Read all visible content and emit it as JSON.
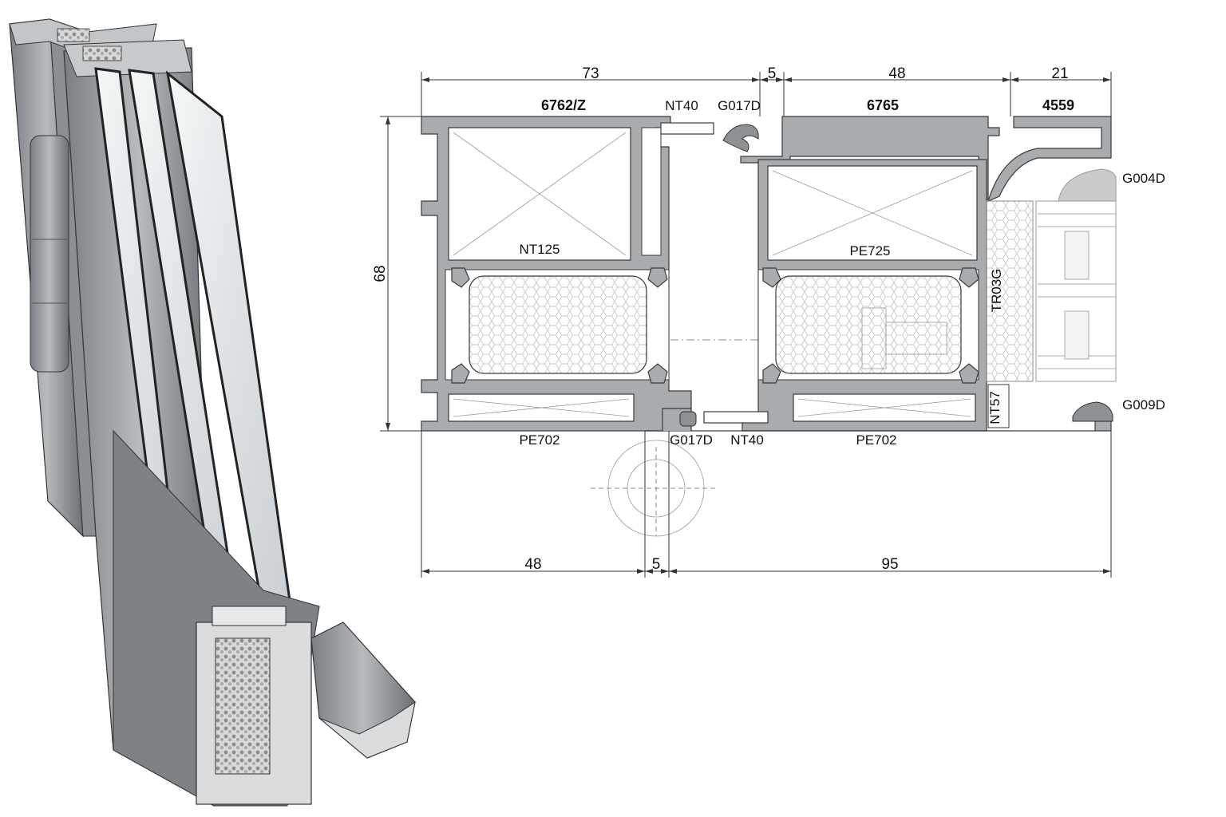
{
  "labels": {
    "profile_frame": "6762/Z",
    "profile_sash": "6765",
    "profile_bead": "4559",
    "nt40_top": "NT40",
    "g017d_top": "G017D",
    "nt125": "NT125",
    "pe725": "PE725",
    "g004d": "G004D",
    "tr03g": "TR03G",
    "nt57": "NT57",
    "g009d": "G009D",
    "pe702_left": "PE702",
    "g017d_bottom": "G017D",
    "nt40_bottom": "NT40",
    "pe702_right": "PE702"
  },
  "dimensions": {
    "top_1": "73",
    "top_2": "5",
    "top_3": "48",
    "top_4": "21",
    "height": "68",
    "bottom_1": "48",
    "bottom_2": "5",
    "bottom_3": "95"
  },
  "colors": {
    "aluminium": "#a9acae",
    "aluminium_dark": "#6f7376",
    "insulation": "#ececec",
    "line": "#3a3a3a"
  }
}
